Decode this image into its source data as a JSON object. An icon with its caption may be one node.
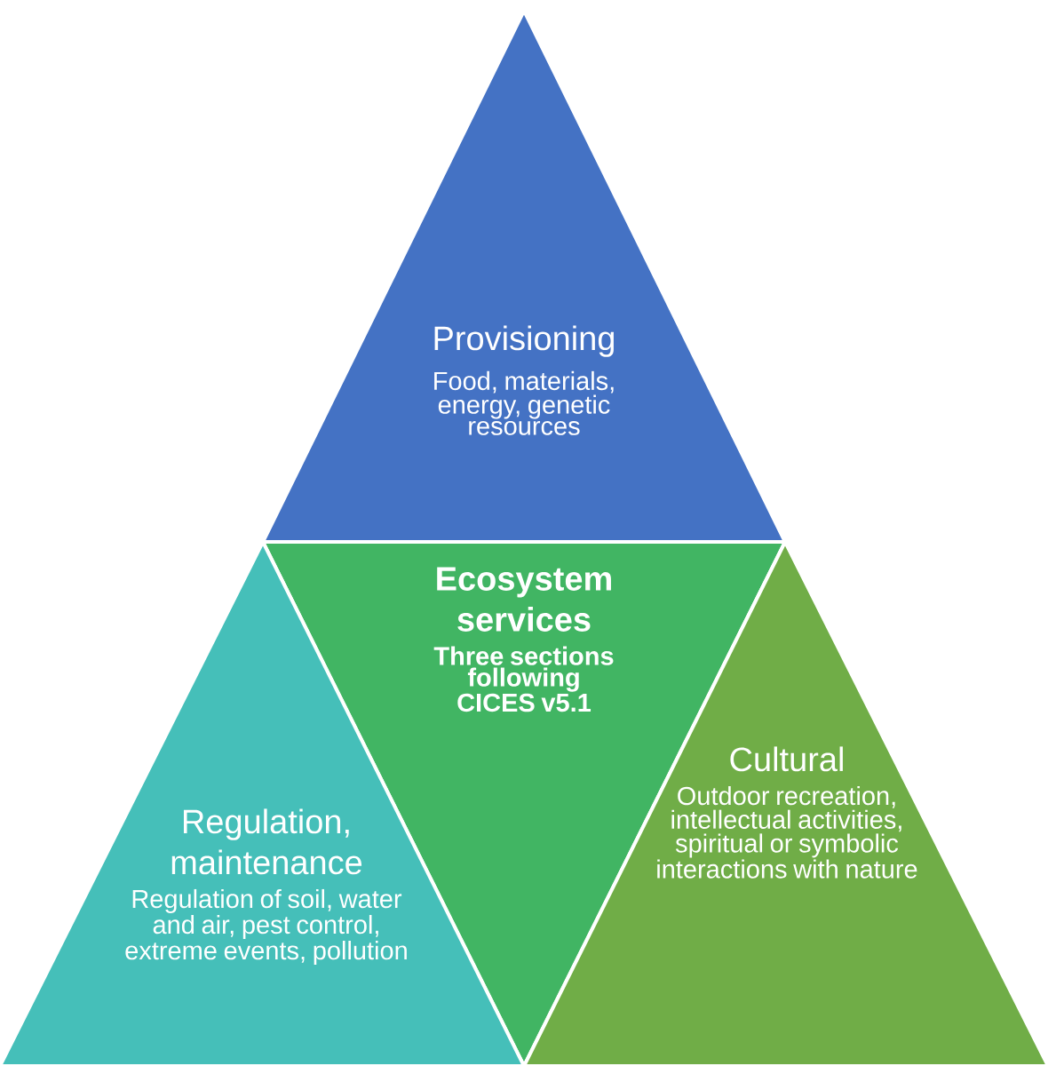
{
  "diagram": {
    "nodes": [
      {
        "text": [
          "Provisioning",
          "Food, materials, energy, genetic resources"
        ]
      },
      {
        "text": [
          "Ecosystem services",
          "Three sections following CICES v5.1"
        ]
      },
      {
        "text": [
          "Regulation, maintenance",
          "Regulation of soil, water and air, pest control, extreme events, pollution"
        ]
      },
      {
        "text": [
          "Cultural",
          "Outdoor recreation, intellectual activities, spiritual or symbolic interactions with nature"
        ]
      }
    ]
  }
}
